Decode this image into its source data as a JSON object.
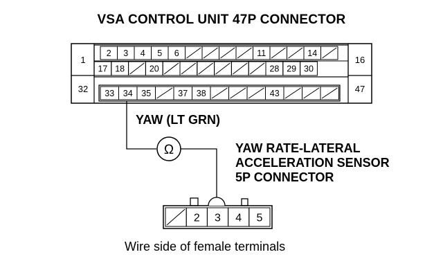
{
  "title": "VSA CONTROL UNIT 47P CONNECTOR",
  "wire_label": "YAW (LT GRN)",
  "sensor_label": [
    "YAW RATE-LATERAL",
    "ACCELERATION SENSOR",
    "5P CONNECTOR"
  ],
  "caption": "Wire side of female terminals",
  "ohm_symbol": "Ω",
  "connector_47p": {
    "corner_labels": [
      "1",
      "16",
      "32",
      "47"
    ],
    "row1": [
      "2",
      "3",
      "4",
      "5",
      "6",
      "",
      "",
      "",
      "",
      "11",
      "",
      "",
      "14",
      ""
    ],
    "row2": [
      "17",
      "18",
      "",
      "20",
      "",
      "",
      "",
      "",
      "",
      "",
      "28",
      "29",
      "30"
    ],
    "row3": [
      "33",
      "34",
      "35",
      "",
      "37",
      "38",
      "",
      "",
      "",
      "43",
      "",
      "",
      ""
    ]
  },
  "connector_5p": {
    "cells": [
      "",
      "2",
      "3",
      "4",
      "5"
    ]
  }
}
